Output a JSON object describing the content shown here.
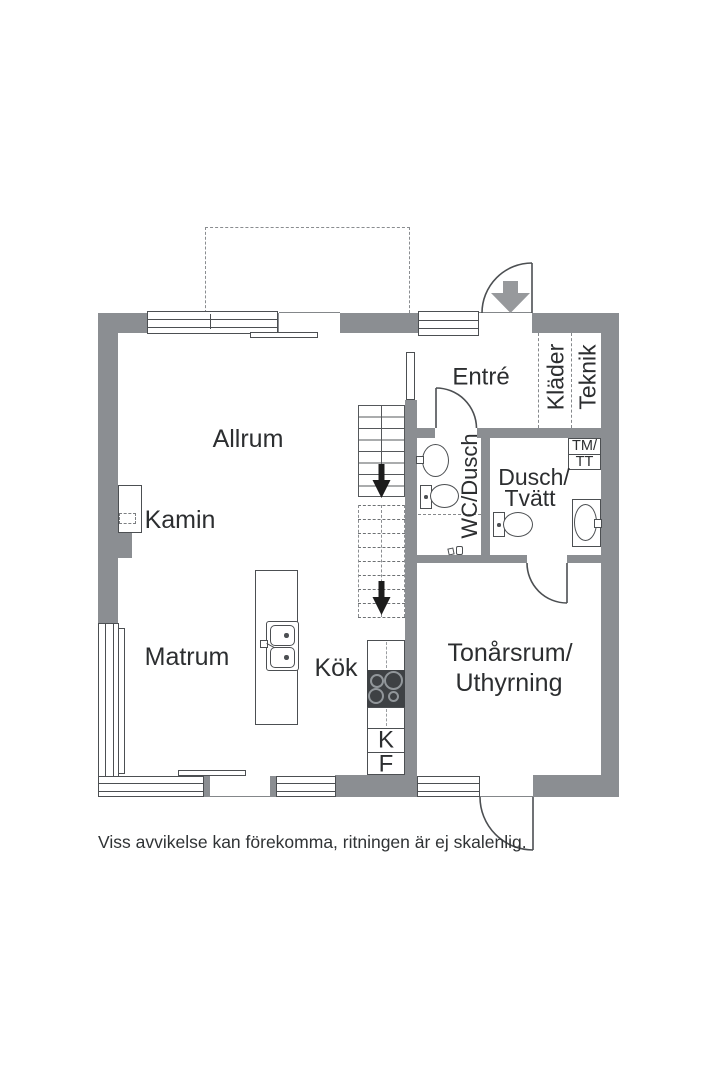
{
  "floorplan": {
    "labels": {
      "allrum": "Allrum",
      "kamin": "Kamin",
      "matrum": "Matrum",
      "kok": "Kök",
      "entre": "Entré",
      "klader": "Kläder",
      "teknik": "Teknik",
      "wc_dusch": "WC/Dusch",
      "dusch": "Dusch/",
      "tvatt": "Tvätt",
      "tonarsrum": "Tonårsrum/",
      "uthyrning": "Uthyrning"
    },
    "appliances": {
      "tm": "TM/",
      "tt": "TT",
      "kyl": "K",
      "frys": "F"
    },
    "footer": {
      "disclaimer": "Viss avvikelse kan förekomma, ritningen är ej skalenlig."
    },
    "colors": {
      "wall": "#8b8e92",
      "line": "#4c4f52",
      "stair": "#55585b",
      "dash": "#8a8d90",
      "arrow": "#97999c",
      "stove": "#3e4144",
      "burner": "#91969a",
      "text": "#2c2e30",
      "black": "#1c1c1c"
    }
  }
}
